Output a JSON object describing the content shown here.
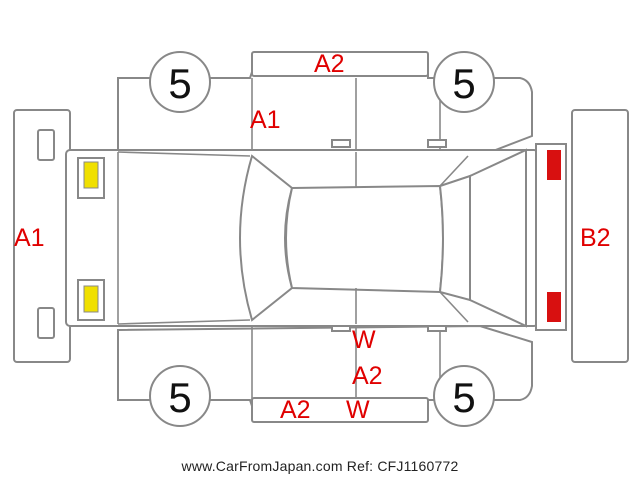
{
  "tyres": {
    "front_left": "5",
    "rear_left": "5",
    "front_right": "5",
    "rear_right": "5"
  },
  "labels": {
    "front_bumper": "A1",
    "top_door_panel": "A2",
    "top_front_fender": "A1",
    "rear_bumper": "B2",
    "lower_door_w": "W",
    "lower_door_a2": "A2",
    "bottom_sill_a2": "A2",
    "bottom_sill_w": "W"
  },
  "colors": {
    "headlight": "#f0e000",
    "taillight": "#d81010",
    "damage_code": "#e00000",
    "outline": "#888888"
  },
  "footer": "www.CarFromJapan.com Ref: CFJ1160772"
}
